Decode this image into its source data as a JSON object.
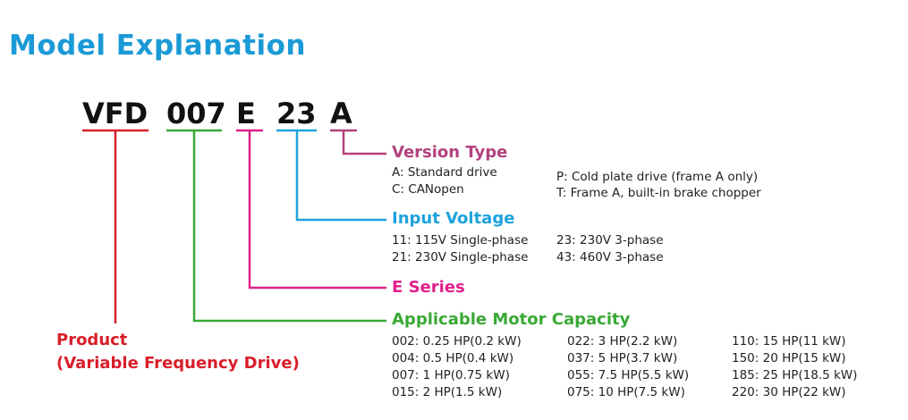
{
  "title": "Model Explanation",
  "code": {
    "product": "VFD",
    "capacity": "007",
    "series": "E",
    "voltage": "23",
    "version": "A"
  },
  "colors": {
    "title": "#1a9ad6",
    "product": "#d81e2a",
    "capacity": "#3aa935",
    "series": "#e0208a",
    "voltage": "#1ea2dc",
    "version": "#b2417e"
  },
  "version_type": {
    "heading": "Version Type",
    "left": [
      "A: Standard drive",
      "C: CANopen"
    ],
    "right": [
      "P: Cold plate drive (frame A only)",
      "T: Frame A, built-in brake chopper"
    ]
  },
  "input_voltage": {
    "heading": "Input Voltage",
    "left": [
      "11: 115V Single-phase",
      "21: 230V Single-phase"
    ],
    "right": [
      "23: 230V 3-phase",
      "43: 460V 3-phase"
    ]
  },
  "series": {
    "heading": "E Series"
  },
  "motor_capacity": {
    "heading": "Applicable Motor Capacity",
    "col1": [
      "002: 0.25 HP(0.2 kW)",
      "004: 0.5 HP(0.4 kW)",
      "007: 1 HP(0.75 kW)",
      "015: 2 HP(1.5 kW)"
    ],
    "col2": [
      "022: 3 HP(2.2 kW)",
      "037: 5 HP(3.7 kW)",
      "055: 7.5 HP(5.5 kW)",
      "075: 10 HP(7.5 kW)"
    ],
    "col3": [
      "110: 15 HP(11 kW)",
      "150: 20 HP(15 kW)",
      "185: 25 HP(18.5 kW)",
      "220: 30 HP(22 kW)"
    ]
  },
  "product": {
    "line1": "Product",
    "line2": "(Variable Frequency Drive)"
  }
}
